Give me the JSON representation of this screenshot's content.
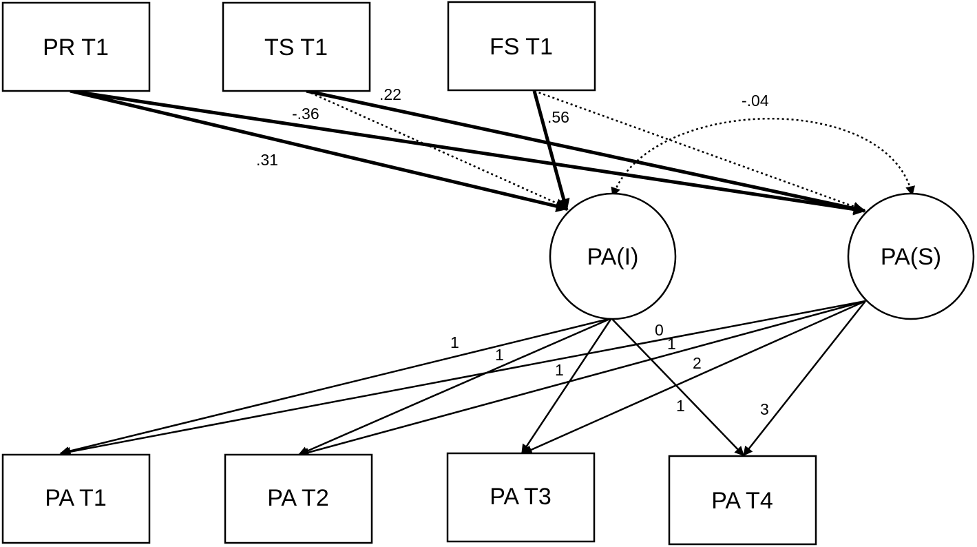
{
  "nodes": {
    "pr_t1": "PR T1",
    "ts_t1": "TS T1",
    "fs_t1": "FS T1",
    "pa_i": "PA(I)",
    "pa_s": "PA(S)",
    "pa_t1": "PA T1",
    "pa_t2": "PA T2",
    "pa_t3": "PA T3",
    "pa_t4": "PA T4"
  },
  "coefficients": {
    "pr_to_i": ".31",
    "pr_to_s": "-.36",
    "ts_to_s": ".22",
    "fs_to_i": ".56",
    "i_s_covariance": "-.04",
    "i_to_t1": "1",
    "i_to_t2": "1",
    "i_to_t3": "1",
    "i_to_t4": "1",
    "s_to_t1": "0",
    "s_to_t2": "1",
    "s_to_t3": "2",
    "s_to_t4": "3"
  }
}
